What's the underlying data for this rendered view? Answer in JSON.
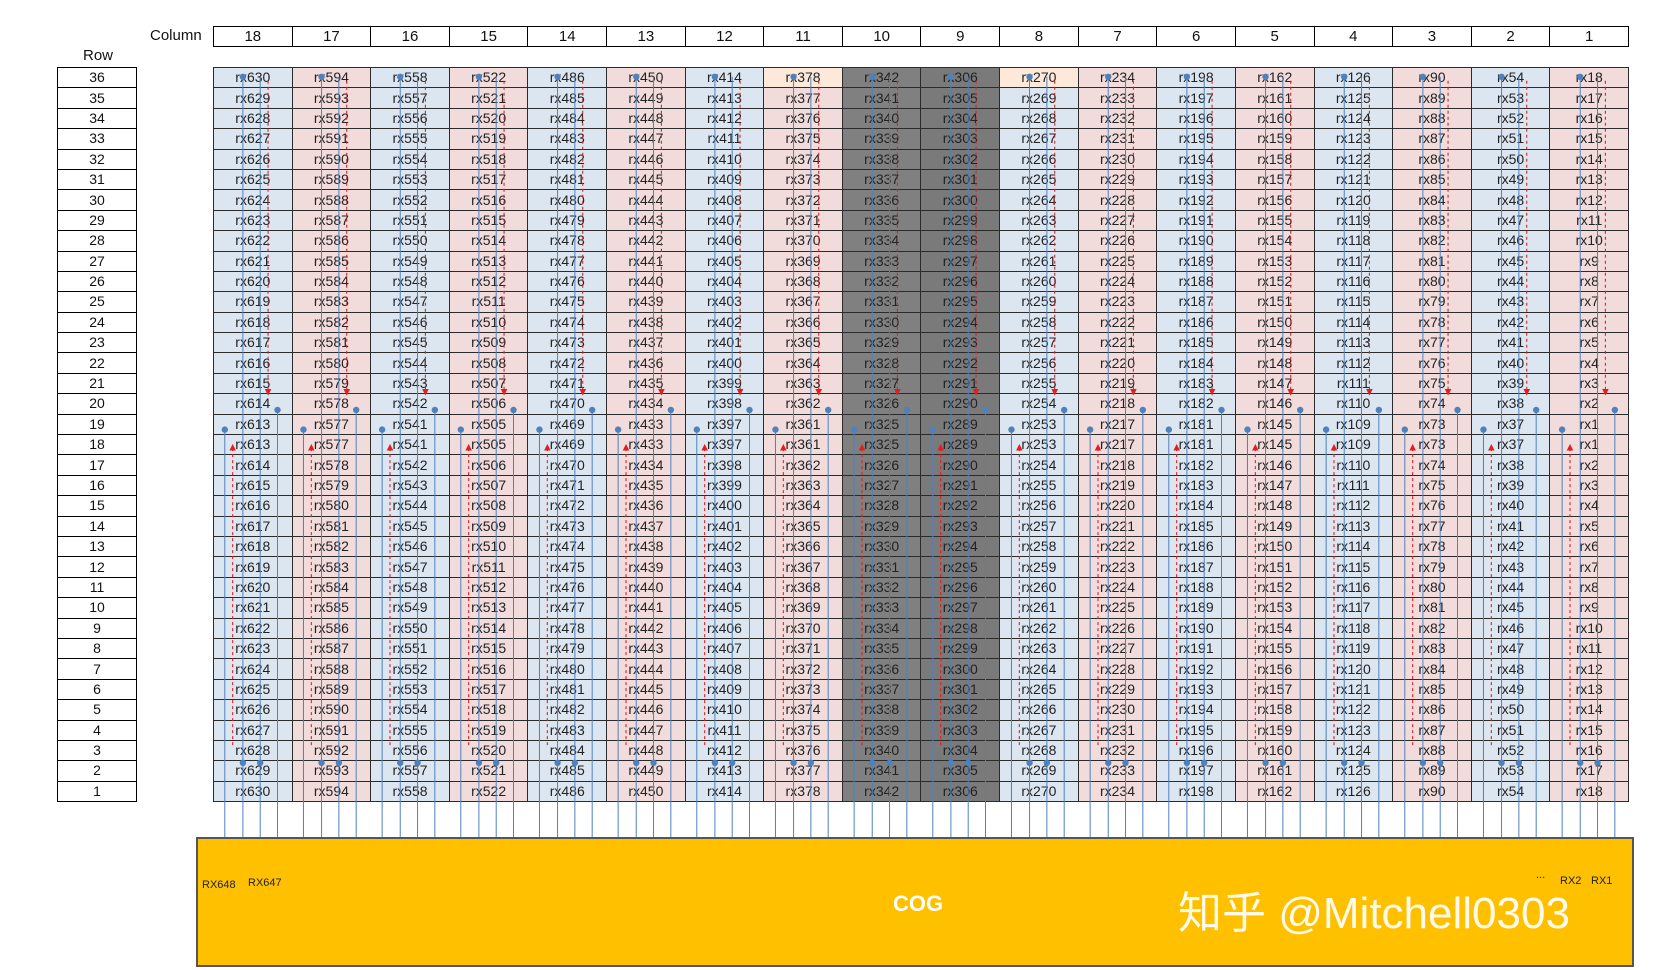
{
  "labels": {
    "column": "Column",
    "row": "Row"
  },
  "columns": [
    18,
    17,
    16,
    15,
    14,
    13,
    12,
    11,
    10,
    9,
    8,
    7,
    6,
    5,
    4,
    3,
    2,
    1
  ],
  "rows": [
    36,
    35,
    34,
    33,
    32,
    31,
    30,
    29,
    28,
    27,
    26,
    25,
    24,
    23,
    22,
    21,
    20,
    19,
    18,
    17,
    16,
    15,
    14,
    13,
    12,
    11,
    10,
    9,
    8,
    7,
    6,
    5,
    4,
    3,
    2,
    1
  ],
  "cog": {
    "label": "COG",
    "left_pins": [
      "RX648",
      "RX647"
    ],
    "right_pins": [
      "...",
      "RX2",
      "RX1"
    ],
    "watermark": "知乎 @Mitchell0303"
  },
  "colors": {
    "cell_blue": "#dce6f1",
    "cell_pink": "#f2dcdb",
    "cell_peach": "#fde9d9",
    "cell_dark": "#808080",
    "cog_fill": "#ffc000",
    "arrow": "#e02020",
    "pin_line": "#4f81bd"
  }
}
